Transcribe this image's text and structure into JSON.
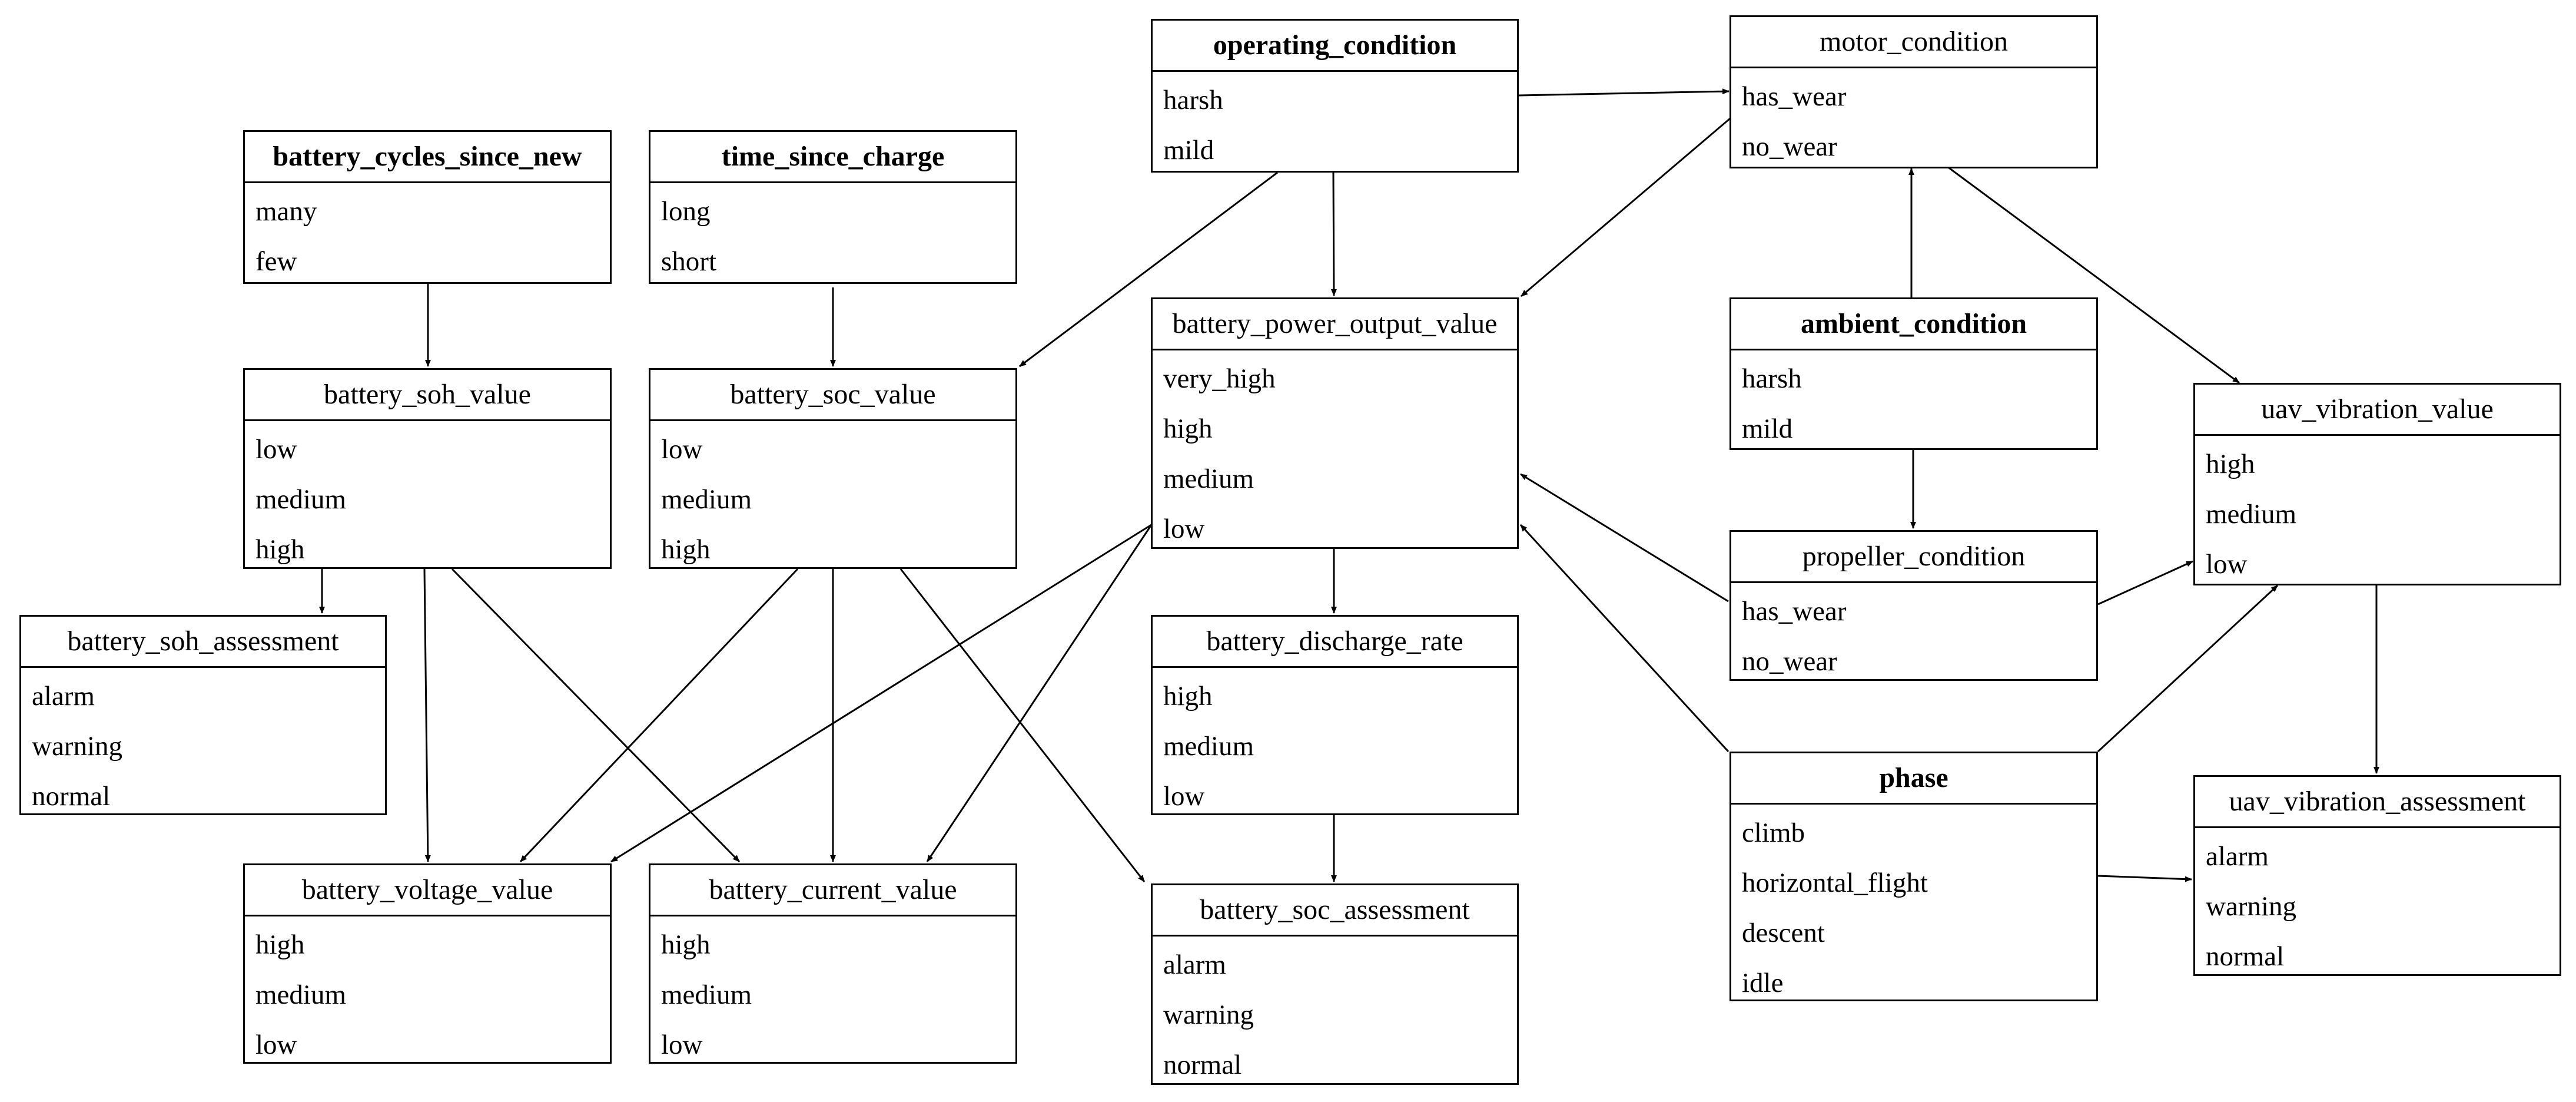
{
  "nodes": [
    {
      "id": "operating_condition",
      "title": "operating_condition",
      "root": true,
      "states": [
        "harsh",
        "mild"
      ]
    },
    {
      "id": "motor_condition",
      "title": "motor_condition",
      "root": false,
      "states": [
        "has_wear",
        "no_wear"
      ]
    },
    {
      "id": "battery_cycles_since_new",
      "title": "battery_cycles_since_new",
      "root": true,
      "states": [
        "many",
        "few"
      ]
    },
    {
      "id": "time_since_charge",
      "title": "time_since_charge",
      "root": true,
      "states": [
        "long",
        "short"
      ]
    },
    {
      "id": "battery_power_output_value",
      "title": "battery_power_output_value",
      "root": false,
      "states": [
        "very_high",
        "high",
        "medium",
        "low"
      ]
    },
    {
      "id": "ambient_condition",
      "title": "ambient_condition",
      "root": true,
      "states": [
        "harsh",
        "mild"
      ]
    },
    {
      "id": "battery_soh_value",
      "title": "battery_soh_value",
      "root": false,
      "states": [
        "low",
        "medium",
        "high"
      ]
    },
    {
      "id": "battery_soc_value",
      "title": "battery_soc_value",
      "root": false,
      "states": [
        "low",
        "medium",
        "high"
      ]
    },
    {
      "id": "uav_vibration_value",
      "title": "uav_vibration_value",
      "root": false,
      "states": [
        "high",
        "medium",
        "low"
      ]
    },
    {
      "id": "propeller_condition",
      "title": "propeller_condition",
      "root": false,
      "states": [
        "has_wear",
        "no_wear"
      ]
    },
    {
      "id": "battery_soh_assessment",
      "title": "battery_soh_assessment",
      "root": false,
      "states": [
        "alarm",
        "warning",
        "normal"
      ]
    },
    {
      "id": "battery_discharge_rate",
      "title": "battery_discharge_rate",
      "root": false,
      "states": [
        "high",
        "medium",
        "low"
      ]
    },
    {
      "id": "phase",
      "title": "phase",
      "root": true,
      "states": [
        "climb",
        "horizontal_flight",
        "descent",
        "idle"
      ]
    },
    {
      "id": "uav_vibration_assessment",
      "title": "uav_vibration_assessment",
      "root": false,
      "states": [
        "alarm",
        "warning",
        "normal"
      ]
    },
    {
      "id": "battery_voltage_value",
      "title": "battery_voltage_value",
      "root": false,
      "states": [
        "high",
        "medium",
        "low"
      ]
    },
    {
      "id": "battery_current_value",
      "title": "battery_current_value",
      "root": false,
      "states": [
        "high",
        "medium",
        "low"
      ]
    },
    {
      "id": "battery_soc_assessment",
      "title": "battery_soc_assessment",
      "root": false,
      "states": [
        "alarm",
        "warning",
        "normal"
      ]
    }
  ],
  "edges": [
    [
      "operating_condition",
      "motor_condition"
    ],
    [
      "operating_condition",
      "battery_power_output_value"
    ],
    [
      "operating_condition",
      "battery_soc_value"
    ],
    [
      "motor_condition",
      "battery_power_output_value"
    ],
    [
      "motor_condition",
      "uav_vibration_value"
    ],
    [
      "ambient_condition",
      "motor_condition"
    ],
    [
      "ambient_condition",
      "propeller_condition"
    ],
    [
      "propeller_condition",
      "battery_power_output_value"
    ],
    [
      "propeller_condition",
      "uav_vibration_value"
    ],
    [
      "phase",
      "battery_power_output_value"
    ],
    [
      "phase",
      "uav_vibration_value"
    ],
    [
      "phase",
      "uav_vibration_assessment"
    ],
    [
      "uav_vibration_value",
      "uav_vibration_assessment"
    ],
    [
      "battery_cycles_since_new",
      "battery_soh_value"
    ],
    [
      "time_since_charge",
      "battery_soc_value"
    ],
    [
      "battery_soh_value",
      "battery_soh_assessment"
    ],
    [
      "battery_soh_value",
      "battery_voltage_value"
    ],
    [
      "battery_soh_value",
      "battery_current_value"
    ],
    [
      "battery_soc_value",
      "battery_voltage_value"
    ],
    [
      "battery_soc_value",
      "battery_current_value"
    ],
    [
      "battery_soc_value",
      "battery_soc_assessment"
    ],
    [
      "battery_power_output_value",
      "battery_voltage_value"
    ],
    [
      "battery_power_output_value",
      "battery_current_value"
    ],
    [
      "battery_power_output_value",
      "battery_discharge_rate"
    ],
    [
      "battery_discharge_rate",
      "battery_soc_assessment"
    ]
  ]
}
